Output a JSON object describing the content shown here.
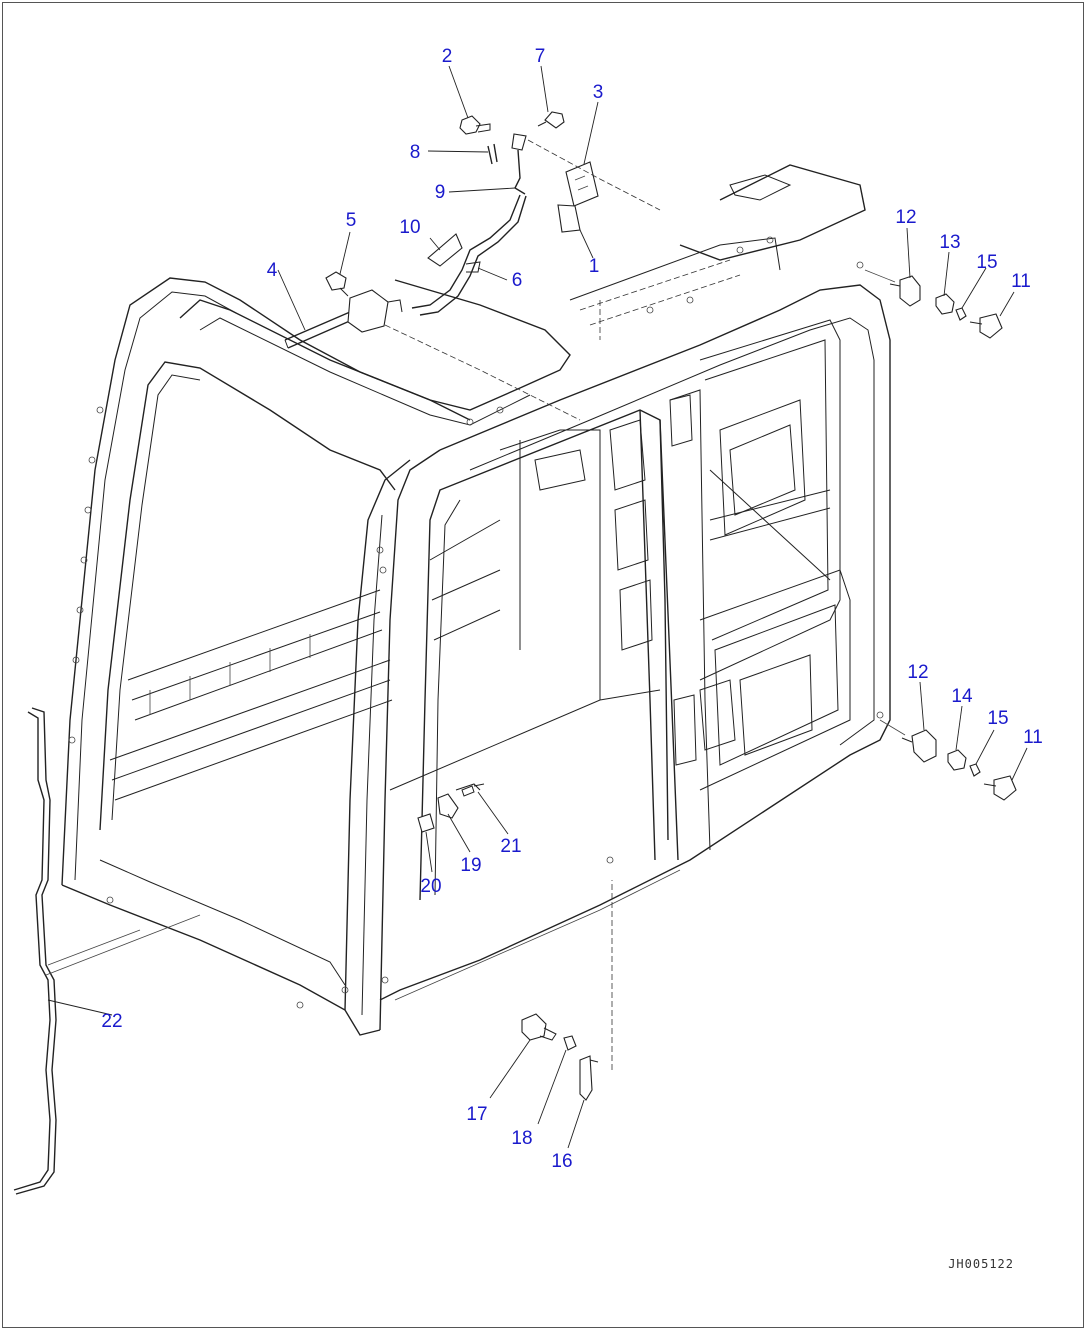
{
  "diagram": {
    "drawing_code": "JH005122",
    "part_labels": [
      "1",
      "2",
      "3",
      "4",
      "5",
      "6",
      "7",
      "8",
      "9",
      "10",
      "11",
      "11",
      "12",
      "12",
      "13",
      "14",
      "15",
      "15",
      "16",
      "17",
      "18",
      "19",
      "20",
      "21",
      "22"
    ]
  }
}
